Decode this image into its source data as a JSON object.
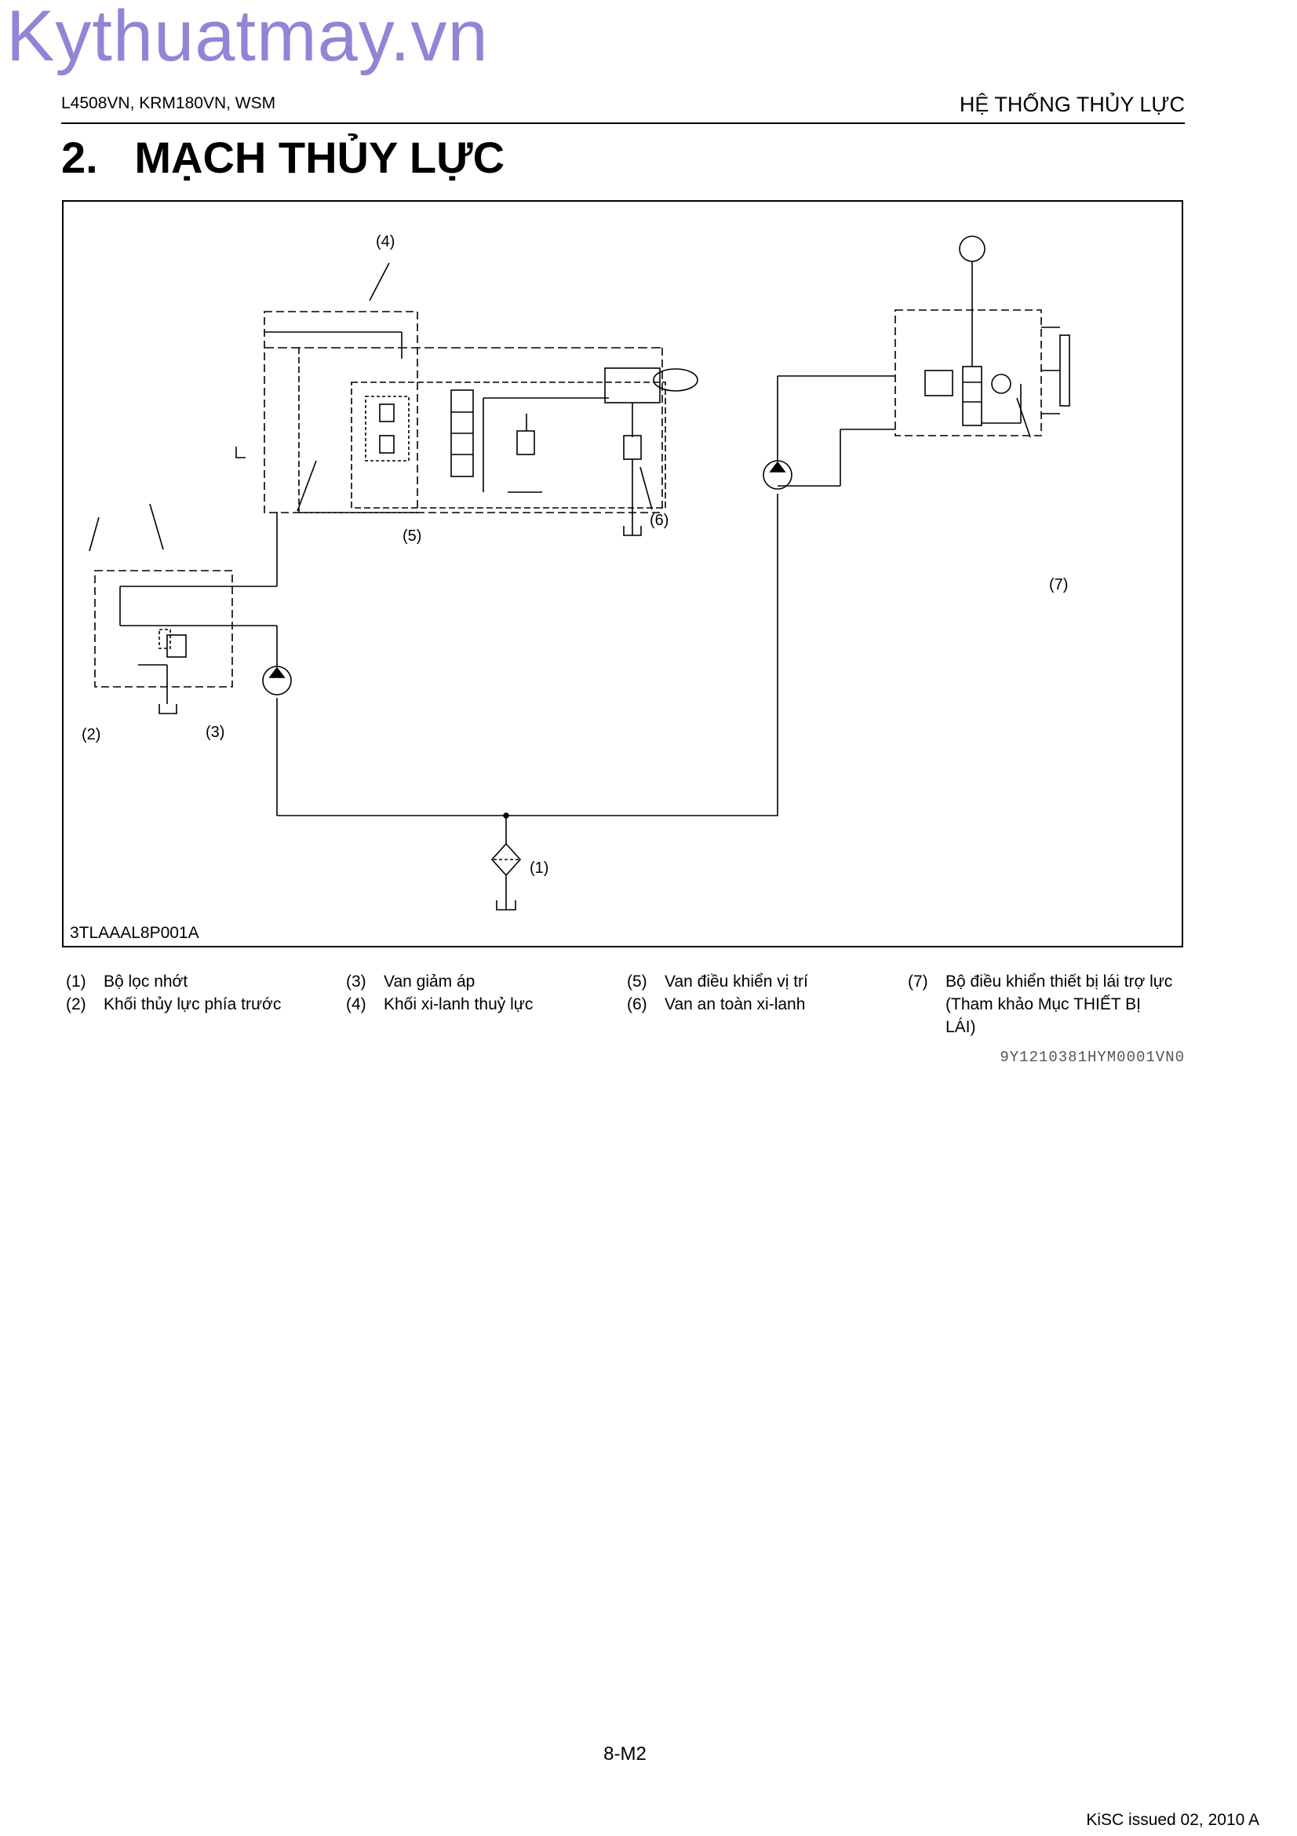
{
  "watermark": "Kythuatmay.vn",
  "header": {
    "left": "L4508VN, KRM180VN, WSM",
    "right": "HỆ THỐNG THỦY LỰC"
  },
  "section_title": "2.   MẠCH THỦY LỰC",
  "figure": {
    "code": "3TLAAAL8P001A",
    "callouts": {
      "c1": "(1)",
      "c2": "(2)",
      "c3": "(3)",
      "c4": "(4)",
      "c5": "(5)",
      "c6": "(6)",
      "c7": "(7)"
    }
  },
  "legend": [
    {
      "num": "(1)",
      "text": "Bộ lọc nhớt"
    },
    {
      "num": "(2)",
      "text": "Khối thủy lực phía trước"
    },
    {
      "num": "(3)",
      "text": "Van giảm áp"
    },
    {
      "num": "(4)",
      "text": "Khối xi-lanh thuỷ lực"
    },
    {
      "num": "(5)",
      "text": "Van điều khiển vị trí"
    },
    {
      "num": "(6)",
      "text": "Van an toàn xi-lanh"
    },
    {
      "num": "(7)",
      "text": "Bộ điều khiển thiết bị lái trợ lực",
      "line2": "(Tham khảo Mục THIẾT BỊ",
      "line3": "LÁI)"
    }
  ],
  "doc_code": "9Y1210381HYM0001VN0",
  "page_number": "8-M2",
  "footer_right": "KiSC issued 02, 2010 A"
}
